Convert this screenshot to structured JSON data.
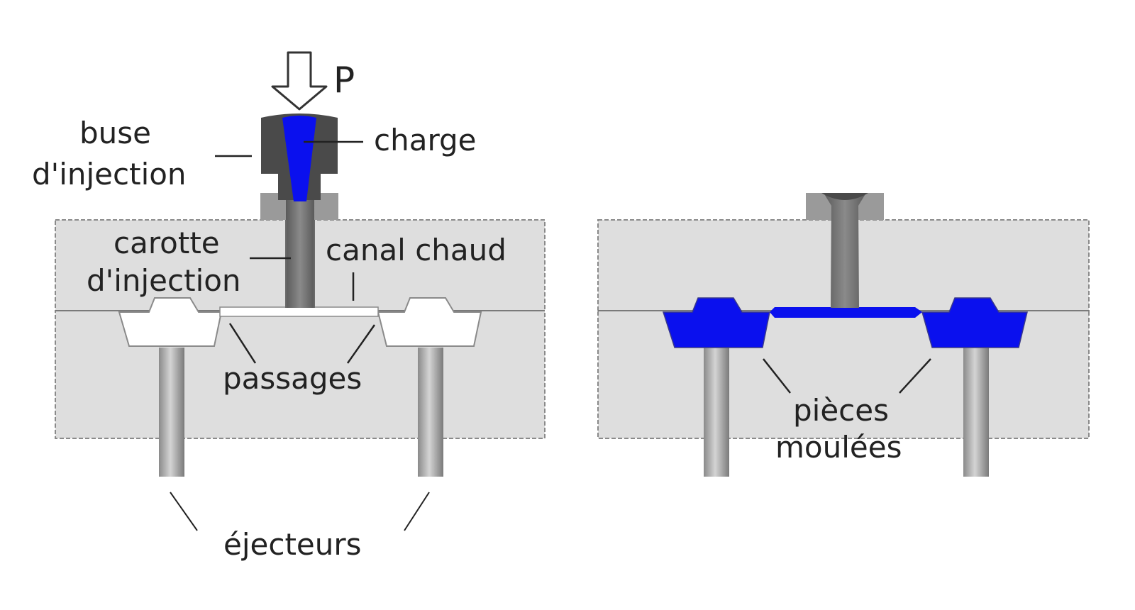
{
  "labels": {
    "pressure": "P",
    "nozzle_line1": "buse",
    "nozzle_line2": "d'injection",
    "charge": "charge",
    "sprue_line1": "carotte",
    "sprue_line2": "d'injection",
    "hot_runner": "canal chaud",
    "runners": "passages",
    "ejectors": "éjecteurs",
    "parts_line1": "pièces",
    "parts_line2": "moulées"
  },
  "colors": {
    "mold": "#dedede",
    "mold_edge": "#8a8a8a",
    "nozzle": "#4a4a4a",
    "sprue": "#6e6e6e",
    "bushing": "#9a9a9a",
    "plastic": "#0a10ee",
    "cavity": "#ffffff",
    "ejector": "#b5b5b5",
    "text": "#222222"
  }
}
